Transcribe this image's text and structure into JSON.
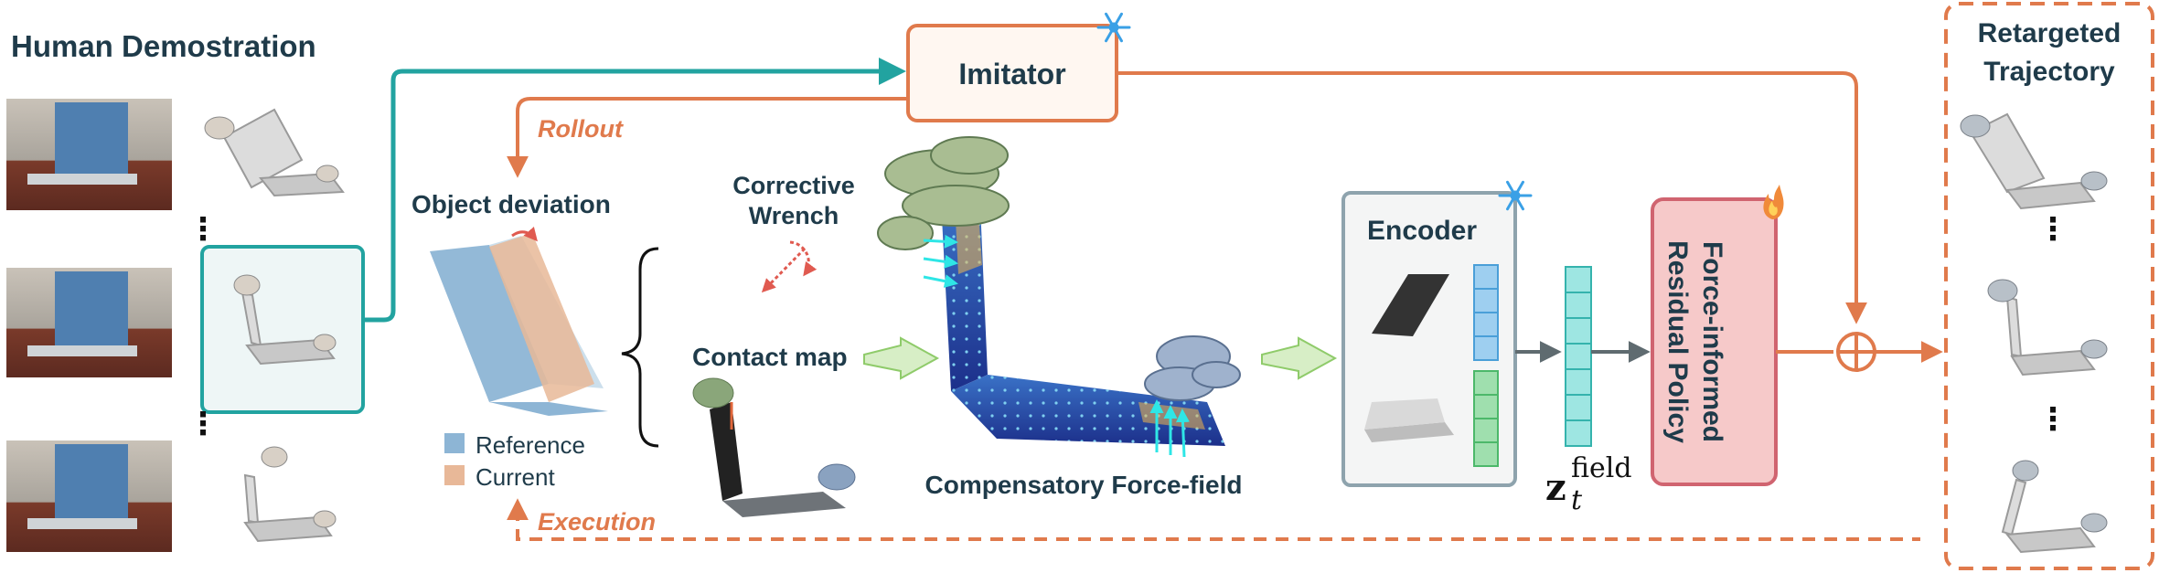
{
  "title": "Human Demostration",
  "retargeted": {
    "line1": "Retargeted",
    "line2": "Trajectory"
  },
  "imitator": "Imitator",
  "rollout": "Rollout",
  "execution": "Execution",
  "object_deviation": "Object deviation",
  "legend": {
    "reference": "Reference",
    "current": "Current"
  },
  "corrective": {
    "line1": "Corrective",
    "line2": "Wrench"
  },
  "contact_map": "Contact map",
  "force_field": "Compensatory Force-field",
  "encoder": "Encoder",
  "policy": {
    "line1": "Force-informed",
    "line2": "Residual Policy"
  },
  "z_symbol": "z",
  "z_sub": "t",
  "z_sup": "field",
  "ellipsis": "⋮",
  "colors": {
    "teal": "#22a3a0",
    "orange": "#e07a4c",
    "dark_text": "#1f3b4a",
    "policy_fill": "#f6c9c9",
    "policy_border": "#d06470",
    "encoder_border": "#8ea3ad",
    "reference_fill": "#8db5d5",
    "current_fill": "#e8b898",
    "feature_blue": "#9ecff0",
    "feature_green": "#9fdfae",
    "latent_cyan": "#9ee6e2"
  },
  "icons": [
    "snowflake-icon",
    "flame-icon",
    "sum-icon"
  ]
}
